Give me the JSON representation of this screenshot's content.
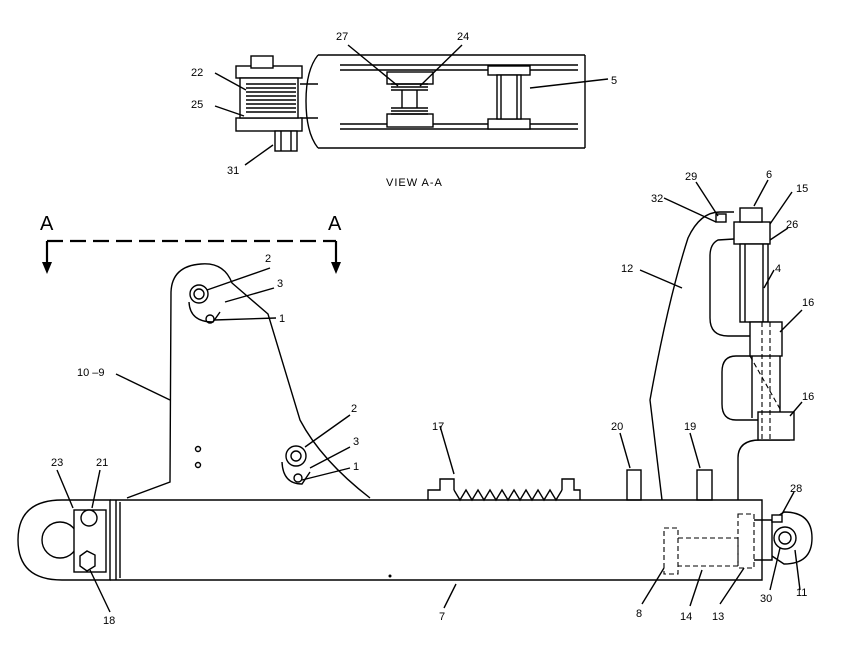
{
  "view_caption": "VIEW A-A",
  "section_letter_left": "A",
  "section_letter_right": "A",
  "callouts": {
    "c1_a": "1",
    "c1_b": "1",
    "c2_a": "2",
    "c2_b": "2",
    "c3_a": "3",
    "c3_b": "3",
    "c4": "4",
    "c5": "5",
    "c6": "6",
    "c7": "7",
    "c8": "8",
    "c10_9": "10 –9",
    "c11": "11",
    "c12": "12",
    "c13": "13",
    "c14": "14",
    "c15": "15",
    "c16_a": "16",
    "c16_b": "16",
    "c17": "17",
    "c18": "18",
    "c19": "19",
    "c20": "20",
    "c21": "21",
    "c22": "22",
    "c23": "23",
    "c24": "24",
    "c25": "25",
    "c26": "26",
    "c27": "27",
    "c28": "28",
    "c29": "29",
    "c30": "30",
    "c31": "31",
    "c32": "32"
  }
}
